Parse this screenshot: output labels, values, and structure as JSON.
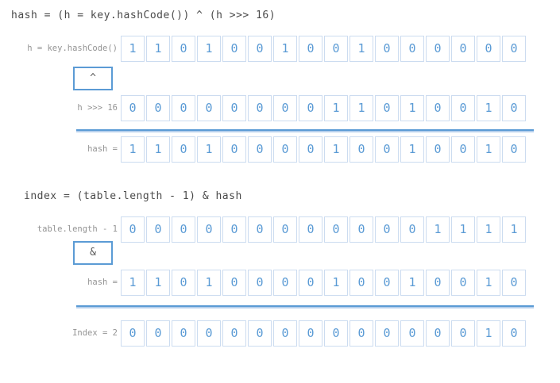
{
  "colors": {
    "digit": "#5b9bd5",
    "cell_border": "#ccdcf0",
    "operator_border": "#5b9bd5",
    "sum_line": "#5b9bd5",
    "label_text": "#949494",
    "title_text": "#4a4a4a",
    "background": "#ffffff"
  },
  "sections": [
    {
      "title": "hash = (h = key.hashCode()) ^ (h >>> 16)",
      "operator": "^",
      "rows": [
        {
          "label": "h = key.hashCode()",
          "bits": [
            1,
            1,
            0,
            1,
            0,
            0,
            1,
            0,
            0,
            1,
            0,
            0,
            0,
            0,
            0,
            0
          ]
        },
        {
          "label": "h >>> 16",
          "bits": [
            0,
            0,
            0,
            0,
            0,
            0,
            0,
            0,
            1,
            1,
            0,
            1,
            0,
            0,
            1,
            0
          ]
        },
        {
          "label": "hash =",
          "bits": [
            1,
            1,
            0,
            1,
            0,
            0,
            0,
            0,
            1,
            0,
            0,
            1,
            0,
            0,
            1,
            0
          ]
        }
      ]
    },
    {
      "title": "index = (table.length - 1) & hash",
      "operator": "&",
      "rows": [
        {
          "label": "table.length - 1",
          "bits": [
            0,
            0,
            0,
            0,
            0,
            0,
            0,
            0,
            0,
            0,
            0,
            0,
            1,
            1,
            1,
            1
          ]
        },
        {
          "label": "hash =",
          "bits": [
            1,
            1,
            0,
            1,
            0,
            0,
            0,
            0,
            1,
            0,
            0,
            1,
            0,
            0,
            1,
            0
          ]
        },
        {
          "label": "Index = 2",
          "bits": [
            0,
            0,
            0,
            0,
            0,
            0,
            0,
            0,
            0,
            0,
            0,
            0,
            0,
            0,
            1,
            0
          ]
        }
      ]
    }
  ]
}
